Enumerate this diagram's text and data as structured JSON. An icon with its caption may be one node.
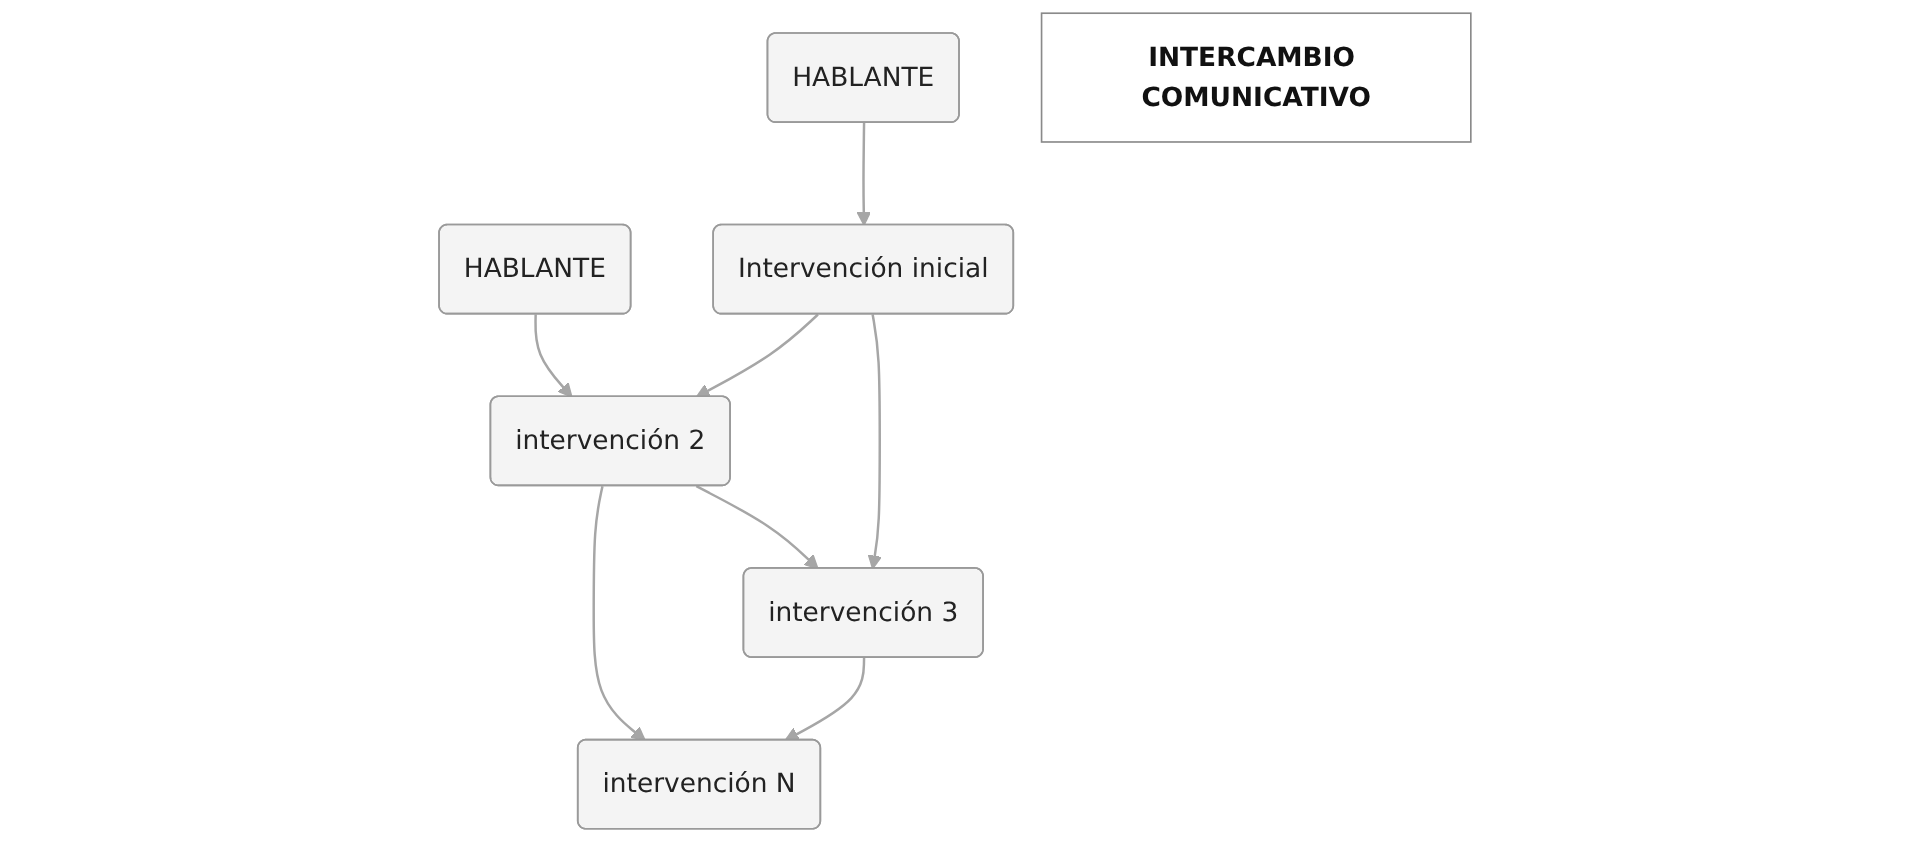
{
  "diagram": {
    "nodes": [
      {
        "text": [
          "HABLANTE"
        ]
      },
      {
        "text": [
          "HABLANTE"
        ]
      },
      {
        "text": [
          "Intervención inicial"
        ]
      },
      {
        "text": [
          "intervención 2"
        ]
      },
      {
        "text": [
          "intervención 3"
        ]
      },
      {
        "text": [
          "intervención N"
        ]
      },
      {
        "text": [
          "INTERCAMBIO COMUNICATIVO"
        ]
      }
    ],
    "edges": [
      {
        "from": 0,
        "to": 2,
        "arrow": "to"
      },
      {
        "from": 1,
        "to": 3,
        "arrow": "to"
      },
      {
        "from": 2,
        "to": 4,
        "arrow": "to"
      },
      {
        "from": 2,
        "to": 3,
        "arrow": "to"
      },
      {
        "from": 3,
        "to": 4,
        "arrow": "to"
      },
      {
        "from": 3,
        "to": 5,
        "arrow": "to"
      },
      {
        "from": 4,
        "to": 5,
        "arrow": "to"
      }
    ]
  }
}
